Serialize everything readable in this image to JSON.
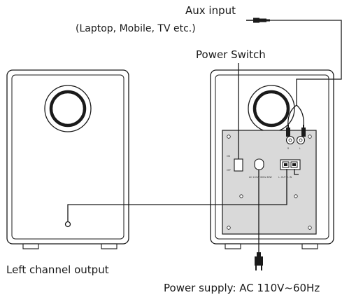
{
  "labels": {
    "aux_line1": "Aux input",
    "aux_line2": "(Laptop, Mobile, TV etc.)",
    "power_switch": "Power Switch",
    "left_output": "Left channel output",
    "power_supply": "Power supply: AC 110V~60Hz"
  },
  "panel_text": {
    "switch_on": "ON",
    "switch_off": "OFF",
    "socket_label": "AC 110V~60Hz 60W",
    "rca_r": "R",
    "rca_l": "L",
    "speaker_terminals": "L. OUT  R. IN"
  },
  "colors": {
    "line": "#1a1a1a",
    "panel": "#d9d9d9"
  }
}
